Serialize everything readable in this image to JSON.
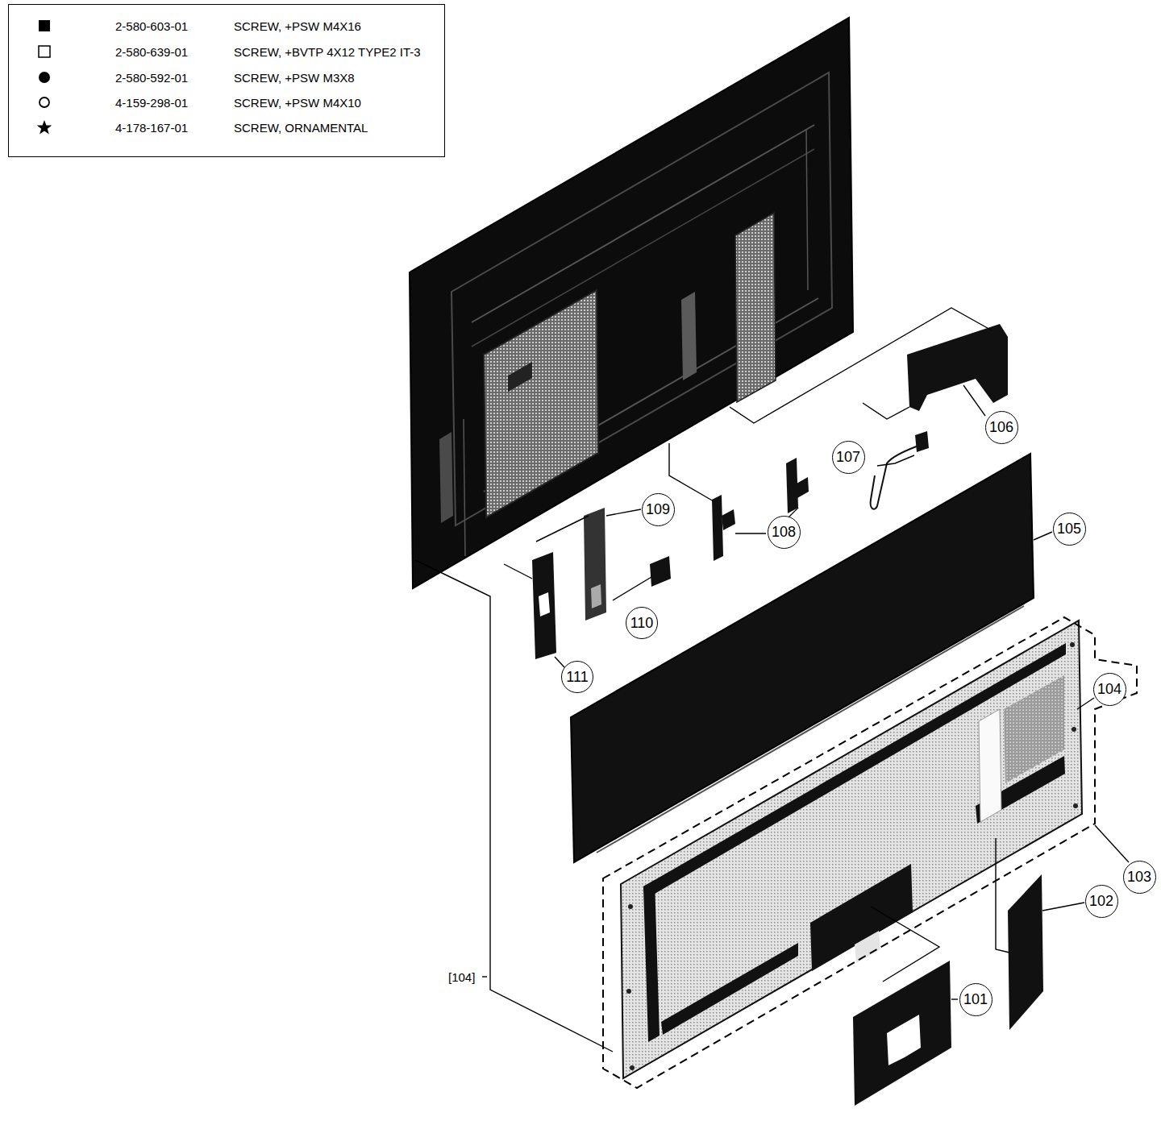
{
  "diagram": {
    "nodes": [
      {
        "text": [
          "106"
        ]
      },
      {
        "text": [
          "107"
        ]
      },
      {
        "text": [
          "109"
        ]
      },
      {
        "text": [
          "105"
        ]
      },
      {
        "text": [
          "108"
        ]
      },
      {
        "text": [
          "110"
        ]
      },
      {
        "text": [
          "111"
        ]
      },
      {
        "text": [
          "104"
        ]
      },
      {
        "text": [
          "103"
        ]
      },
      {
        "text": [
          "102"
        ]
      },
      {
        "text": [
          "101"
        ]
      }
    ],
    "labels": [
      "2-580-603-01",
      "2-580-639-01",
      "2-580-592-01",
      "4-159-298-01",
      "4-178-167-01",
      "[104]"
    ],
    "legend": [
      {
        "text": "SCREW, +PSW M4X16"
      },
      {
        "text": "SCREW, +BVTP 4X12 TYPE2 IT-3"
      },
      {
        "text": "SCREW, +PSW M3X8"
      },
      {
        "text": "SCREW, +PSW M4X10"
      },
      {
        "text": "SCREW, ORNAMENTAL"
      }
    ]
  }
}
